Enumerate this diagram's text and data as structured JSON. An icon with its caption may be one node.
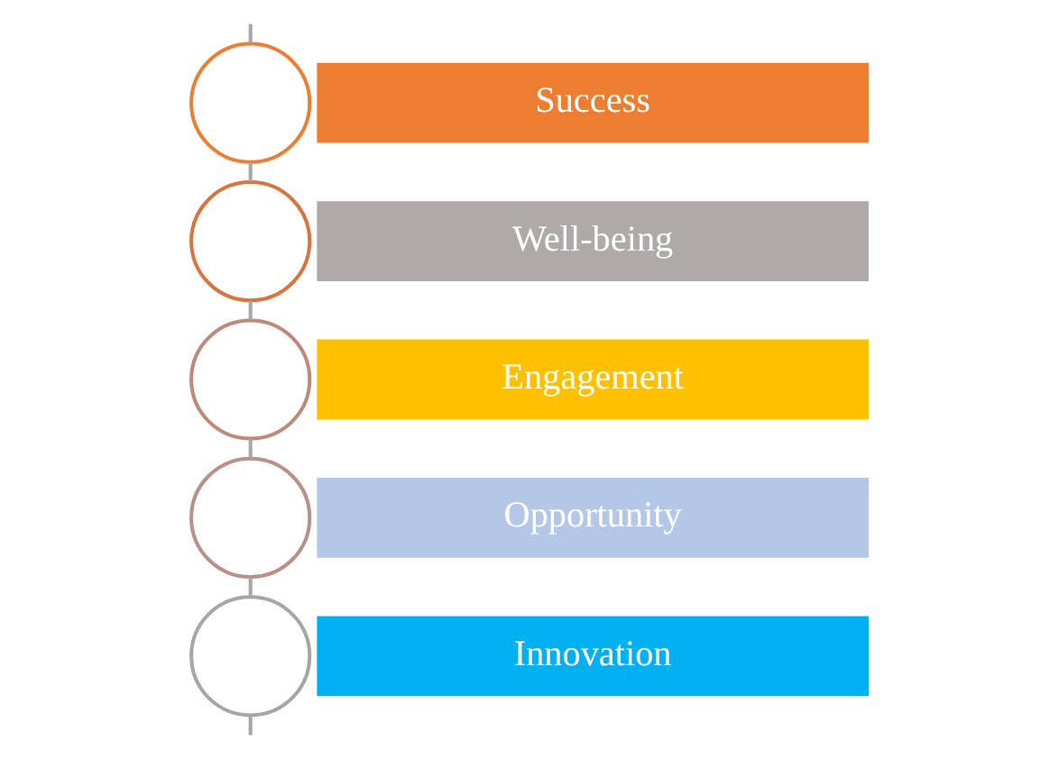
{
  "diagram": {
    "nodes": [
      {
        "text": [],
        "shape": "circle"
      },
      {
        "text": [
          "Success"
        ]
      },
      {
        "text": [],
        "shape": "circle"
      },
      {
        "text": [
          "Well-being"
        ]
      },
      {
        "text": [],
        "shape": "circle"
      },
      {
        "text": [
          "Engagement"
        ]
      },
      {
        "text": [],
        "shape": "circle"
      },
      {
        "text": [
          "Opportunity"
        ]
      },
      {
        "text": [],
        "shape": "circle"
      },
      {
        "text": [
          "Innovation"
        ]
      }
    ],
    "edges": [
      {
        "from": null,
        "to": 0,
        "arrow": "none"
      },
      {
        "from": 0,
        "to": 2,
        "arrow": "none"
      },
      {
        "from": 2,
        "to": 4,
        "arrow": "none"
      },
      {
        "from": 4,
        "to": 6,
        "arrow": "none"
      },
      {
        "from": 6,
        "to": 8,
        "arrow": "none"
      },
      {
        "from": 8,
        "to": null,
        "arrow": "none"
      }
    ]
  }
}
